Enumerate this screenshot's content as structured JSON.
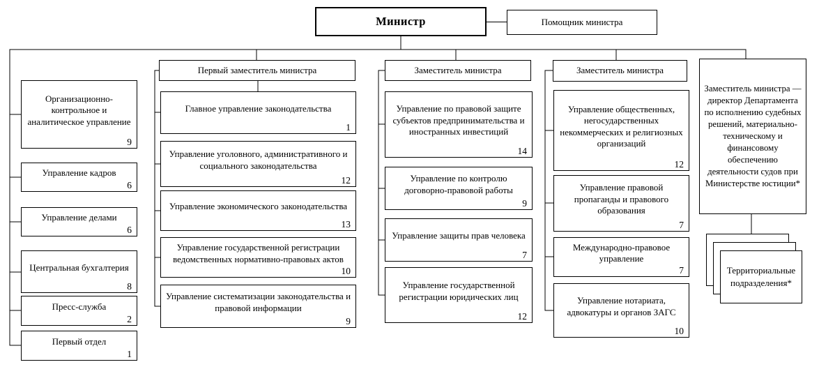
{
  "top": {
    "minister": "Министр",
    "assistant": "Помощник министра"
  },
  "left_units": [
    {
      "label": "Организационно-контрольное и аналитическое управление",
      "count": "9"
    },
    {
      "label": "Управление кадров",
      "count": "6"
    },
    {
      "label": "Управление делами",
      "count": "6"
    },
    {
      "label": "Центральная бухгалтерия",
      "count": "8"
    },
    {
      "label": "Пресс-служба",
      "count": "2"
    },
    {
      "label": "Первый отдел",
      "count": "1"
    }
  ],
  "columns": [
    {
      "header": "Первый заместитель министра",
      "units": [
        {
          "label": "Главное управление законодательства",
          "count": "1"
        },
        {
          "label": "Управление уголовного, административного и социального законодательства",
          "count": "12"
        },
        {
          "label": "Управление экономического законодательства",
          "count": "13"
        },
        {
          "label": "Управление государственной регистрации ведомственных нормативно-правовых актов",
          "count": "10"
        },
        {
          "label": "Управление систематизации законодательства и правовой информации",
          "count": "9"
        }
      ]
    },
    {
      "header": "Заместитель министра",
      "units": [
        {
          "label": "Управление по правовой защите субъектов предпринимательства и иностранных инвестиций",
          "count": "14"
        },
        {
          "label": "Управление по контролю договорно-правовой работы",
          "count": "9"
        },
        {
          "label": "Управление защиты прав человека",
          "count": "7"
        },
        {
          "label": "Управление государственной регистрации юридических лиц",
          "count": "12"
        }
      ]
    },
    {
      "header": "Заместитель министра",
      "units": [
        {
          "label": "Управление общественных, негосударственных некоммерческих и религиозных организаций",
          "count": "12"
        },
        {
          "label": "Управление правовой пропаганды и правового образования",
          "count": "7"
        },
        {
          "label": "Международно-правовое управление",
          "count": "7"
        },
        {
          "label": "Управление нотариата, адвокатуры и органов ЗАГС",
          "count": "10"
        }
      ]
    }
  ],
  "right": {
    "deputy_label": "Заместитель министра — директор Департамента по исполнению судебных решений, материально-техническому и финансовому обеспечению деятельности судов при Министерстве юстиции*",
    "territorial_label": "Территориальные подразделения*"
  },
  "colors": {
    "line": "#000000",
    "box_border": "#000000",
    "background": "#ffffff",
    "text": "#000000"
  }
}
